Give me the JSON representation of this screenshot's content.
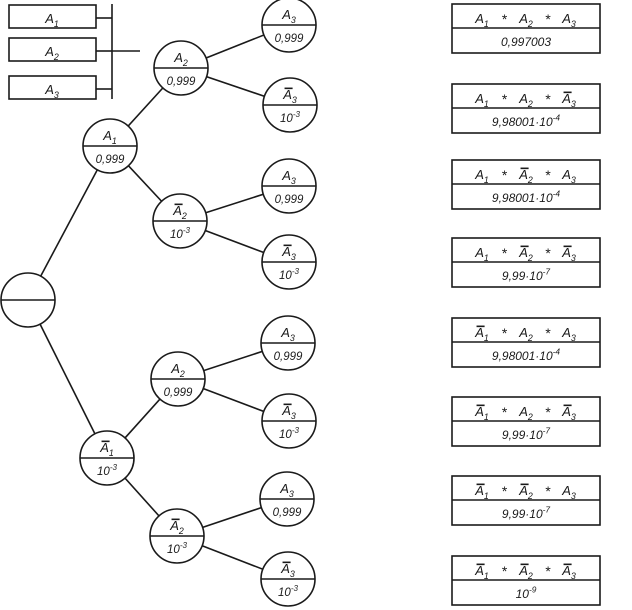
{
  "legend": [
    "A1",
    "A2",
    "A3"
  ],
  "root": {
    "label": "",
    "value": ""
  },
  "tree": {
    "level1": [
      {
        "label": "A1",
        "neg": false,
        "value": "0,999"
      },
      {
        "label": "A1",
        "neg": true,
        "value": "10^-3"
      }
    ],
    "level2": [
      {
        "label": "A2",
        "neg": false,
        "value": "0,999"
      },
      {
        "label": "A2",
        "neg": true,
        "value": "10^-3"
      },
      {
        "label": "A2",
        "neg": false,
        "value": "0,999"
      },
      {
        "label": "A2",
        "neg": true,
        "value": "10^-3"
      }
    ],
    "level3": [
      {
        "label": "A3",
        "neg": false,
        "value": "0,999"
      },
      {
        "label": "A3",
        "neg": true,
        "value": "10^-3"
      },
      {
        "label": "A3",
        "neg": false,
        "value": "0,999"
      },
      {
        "label": "A3",
        "neg": true,
        "value": "10^-3"
      },
      {
        "label": "A3",
        "neg": false,
        "value": "0,999"
      },
      {
        "label": "A3",
        "neg": true,
        "value": "10^-3"
      },
      {
        "label": "A3",
        "neg": false,
        "value": "0,999"
      },
      {
        "label": "A3",
        "neg": true,
        "value": "10^-3"
      }
    ]
  },
  "results": [
    {
      "terms": [
        {
          "l": "A1",
          "neg": false
        },
        {
          "l": "A2",
          "neg": false
        },
        {
          "l": "A3",
          "neg": false
        }
      ],
      "value": "0,997003"
    },
    {
      "terms": [
        {
          "l": "A1",
          "neg": false
        },
        {
          "l": "A2",
          "neg": false
        },
        {
          "l": "A3",
          "neg": true
        }
      ],
      "value": "9,98001·10^-4"
    },
    {
      "terms": [
        {
          "l": "A1",
          "neg": false
        },
        {
          "l": "A2",
          "neg": true
        },
        {
          "l": "A3",
          "neg": false
        }
      ],
      "value": "9,98001·10^-4"
    },
    {
      "terms": [
        {
          "l": "A1",
          "neg": false
        },
        {
          "l": "A2",
          "neg": true
        },
        {
          "l": "A3",
          "neg": true
        }
      ],
      "value": "9,99·10^-7"
    },
    {
      "terms": [
        {
          "l": "A1",
          "neg": true
        },
        {
          "l": "A2",
          "neg": false
        },
        {
          "l": "A3",
          "neg": false
        }
      ],
      "value": "9,98001·10^-4"
    },
    {
      "terms": [
        {
          "l": "A1",
          "neg": true
        },
        {
          "l": "A2",
          "neg": false
        },
        {
          "l": "A3",
          "neg": true
        }
      ],
      "value": "9,99·10^-7"
    },
    {
      "terms": [
        {
          "l": "A1",
          "neg": true
        },
        {
          "l": "A2",
          "neg": true
        },
        {
          "l": "A3",
          "neg": false
        }
      ],
      "value": "9,99·10^-7"
    },
    {
      "terms": [
        {
          "l": "A1",
          "neg": true
        },
        {
          "l": "A2",
          "neg": true
        },
        {
          "l": "A3",
          "neg": true
        }
      ],
      "value": "10^-9"
    }
  ],
  "operator": "*"
}
